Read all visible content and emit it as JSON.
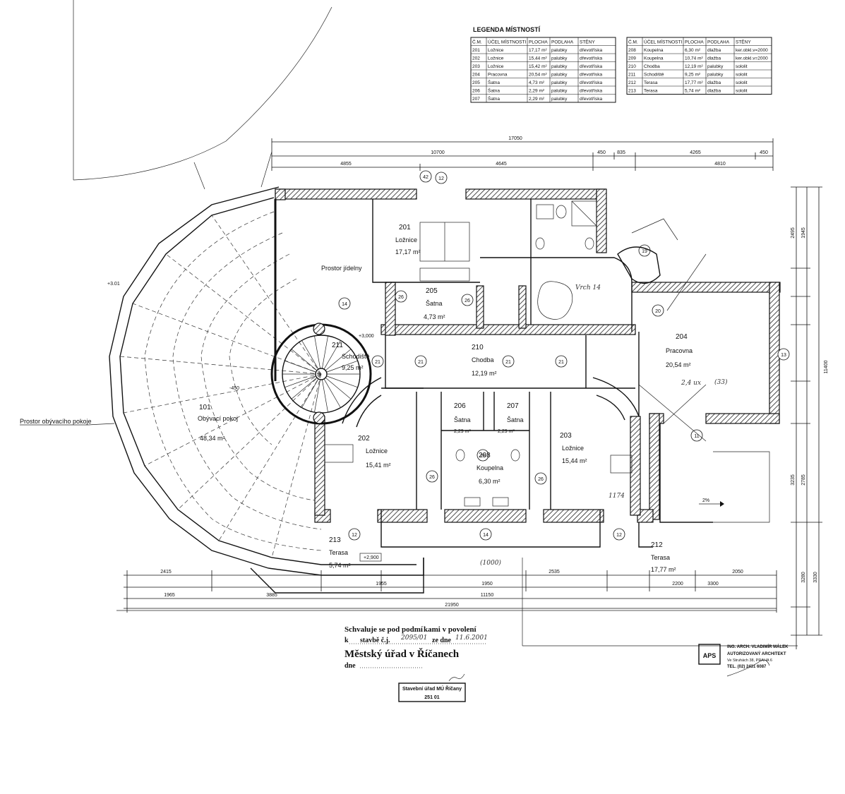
{
  "legend": {
    "title": "LEGENDA MÍSTNOSTÍ",
    "headers": [
      "Č.M.",
      "ÚČEL MÍSTNOSTI",
      "PLOCHA",
      "PODLAHA",
      "STĚNY"
    ],
    "rows_left": [
      [
        "201",
        "Ložnice",
        "17,17 m²",
        "palubky",
        "dřevotříska"
      ],
      [
        "202",
        "Ložnice",
        "15,44 m²",
        "palubky",
        "dřevotříska"
      ],
      [
        "203",
        "Ložnice",
        "15,42 m²",
        "palubky",
        "dřevotříska"
      ],
      [
        "204",
        "Pracovna",
        "20,54 m²",
        "palubky",
        "dřevotříska"
      ],
      [
        "205",
        "Šatna",
        "4,73 m²",
        "palubky",
        "dřevotříska"
      ],
      [
        "206",
        "Šatna",
        "2,29 m²",
        "palubky",
        "dřevotříska"
      ],
      [
        "207",
        "Šatna",
        "2,29 m²",
        "palubky",
        "dřevotříska"
      ]
    ],
    "rows_right": [
      [
        "208",
        "Koupelna",
        "6,30 m²",
        "dlažba",
        "ker.obkl.v=2000"
      ],
      [
        "209",
        "Koupelna",
        "10,74 m²",
        "dlažba",
        "ker.obkl.v=2000"
      ],
      [
        "210",
        "Chodba",
        "12,19 m²",
        "palubky",
        "sololit"
      ],
      [
        "211",
        "Schodiště",
        "9,25 m²",
        "palubky",
        "sololit"
      ],
      [
        "212",
        "Terasa",
        "17,77 m²",
        "dlažba",
        "sololit"
      ],
      [
        "213",
        "Terasa",
        "5,74 m²",
        "dlažba",
        "sololit"
      ]
    ]
  },
  "rooms": {
    "r201": {
      "num": "201",
      "name": "Ložnice",
      "area": "17,17 m²"
    },
    "r202": {
      "num": "202",
      "name": "Ložnice",
      "area": "15,41 m²"
    },
    "r203": {
      "num": "203",
      "name": "Ložnice",
      "area": "15,44 m²"
    },
    "r204": {
      "num": "204",
      "name": "Pracovna",
      "area": "20,54 m²"
    },
    "r205": {
      "num": "205",
      "name": "Šatna",
      "area": "4,73 m²"
    },
    "r206": {
      "num": "206",
      "name": "Šatna",
      "area": "2,29 m²"
    },
    "r207": {
      "num": "207",
      "name": "Šatna",
      "area": "2,29 m²"
    },
    "r208": {
      "num": "208",
      "name": "Koupelna",
      "area": "6,30 m²"
    },
    "r210": {
      "num": "210",
      "name": "Chodba",
      "area": "12,19 m²"
    },
    "r211": {
      "num": "211",
      "name": "Schodiště",
      "area": "9,25 m²"
    },
    "r101": {
      "num": "101",
      "name": "Obývací pokoj",
      "area": "48,34 m²"
    },
    "r212": {
      "num": "212",
      "name": "Terasa",
      "area": "17,77 m²"
    },
    "r213": {
      "num": "213",
      "name": "Terasa",
      "area": "5,74 m²"
    }
  },
  "labels": {
    "prostor_jidelny": "Prostor jídelny",
    "prostor_obyvaciho": "Prostor obývacího pokoje",
    "level_3000": "+3,000",
    "level_2900": "+2,900",
    "level_301": "+3.01",
    "level_450": "-450"
  },
  "dimensions": {
    "top_total": "17050",
    "top_a": "10700",
    "top_b": "4265",
    "top_450a": "450",
    "top_835": "835",
    "top_450b": "450",
    "top_4855": "4855",
    "top_4645": "4645",
    "top_4810": "4810",
    "bottom_total": "21950",
    "bottom_11150": "11150",
    "bottom_1950": "1950",
    "bottom_1955": "1955",
    "bottom_2415": "2415",
    "bottom_1965": "1965",
    "bottom_3885": "3885",
    "bottom_2535": "2535",
    "bottom_2050": "2050",
    "bottom_3300": "3300",
    "bottom_2200": "2200",
    "right_11400": "11400",
    "right_3280": "3280",
    "right_3330": "3330",
    "right_2785": "2785",
    "right_3235": "3235",
    "right_2495": "2495",
    "right_1945": "1945"
  },
  "approval": {
    "line1": "Schvaluje se pod podmí",
    "line1b": "kami v povolení",
    "line2": "k",
    "line2b": "stavbě č.j.",
    "line2c": "ze dne",
    "city": "Městský úřad v Říčanech",
    "line4": "dne",
    "hand_cj": "2095/01",
    "hand_date": "11.6.2001"
  },
  "stamp": {
    "line1": "Stavební úřad MÚ Říčany",
    "line2": "251 01"
  },
  "architect": {
    "logo": "APS",
    "line1": "ING. ARCH. VLADIMÍR MÁLEK",
    "line2": "AUTORIZOVANÝ ARCHITEKT",
    "line3": "Ve Struhách 38, PRAHA 6",
    "line4": "TEL. (02) 2431 6087"
  },
  "handwritten": {
    "n1": "2,4 ux",
    "n2": "(33)",
    "n3": "Vrch 14",
    "n4": "1174",
    "n5": "(1000)"
  }
}
